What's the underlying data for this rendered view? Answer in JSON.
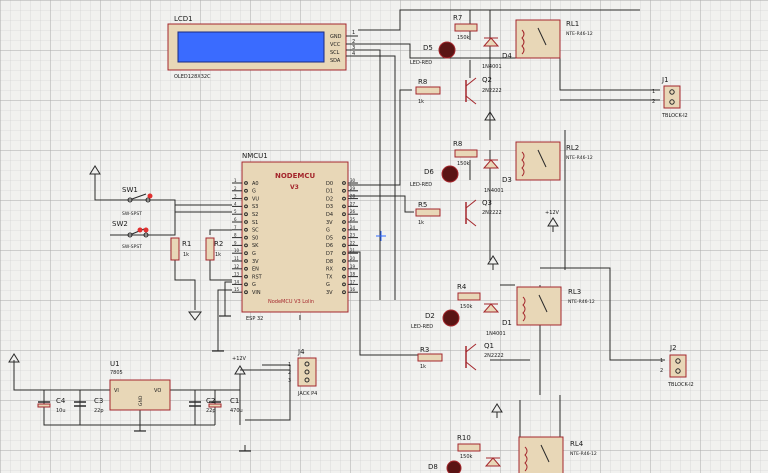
{
  "lcd": {
    "ref": "LCD1",
    "part": "OLED128X32C",
    "pins": [
      "GND",
      "VCC",
      "SCL",
      "SDA"
    ],
    "pin_nums": [
      "1",
      "2",
      "3",
      "4"
    ]
  },
  "mcu": {
    "ref": "NMCU1",
    "title": "NODEMCU",
    "subtitle": "V3",
    "part": "ESP 32",
    "bottom": "NodeMCU V3 Lolin",
    "left_pins": [
      "A0",
      "G",
      "VU",
      "S3",
      "S2",
      "S1",
      "SC",
      "S0",
      "SK",
      "G",
      "3V",
      "EN",
      "RST",
      "G",
      "VIN"
    ],
    "left_nums": [
      "1",
      "2",
      "3",
      "4",
      "5",
      "6",
      "7",
      "8",
      "9",
      "10",
      "11",
      "12",
      "13",
      "14",
      "15"
    ],
    "right_pins": [
      "D0",
      "D1",
      "D2",
      "D3",
      "D4",
      "3V",
      "G",
      "D5",
      "D6",
      "D7",
      "D8",
      "RX",
      "TX",
      "G",
      "3V"
    ],
    "right_nums": [
      "30",
      "29",
      "28",
      "27",
      "26",
      "25",
      "24",
      "23",
      "22",
      "21",
      "20",
      "19",
      "18",
      "17",
      "16"
    ]
  },
  "switches": [
    {
      "ref": "SW1",
      "part": "SW-SPST"
    },
    {
      "ref": "SW2",
      "part": "SW-SPST"
    }
  ],
  "resistors": [
    {
      "ref": "R1",
      "value": "1k"
    },
    {
      "ref": "R2",
      "value": "1k"
    },
    {
      "ref": "R7",
      "value": "150k"
    },
    {
      "ref": "R8",
      "value": "1k"
    },
    {
      "ref": "R8b",
      "label": "R8",
      "value": "150k"
    },
    {
      "ref": "R5",
      "value": "1k"
    },
    {
      "ref": "R4",
      "value": "150k"
    },
    {
      "ref": "R3",
      "value": "1k"
    },
    {
      "ref": "R10",
      "value": "150k"
    }
  ],
  "leds": [
    {
      "ref": "D5",
      "part": "LED-RED"
    },
    {
      "ref": "D6",
      "part": "LED-RED"
    },
    {
      "ref": "D2",
      "part": "LED-RED"
    },
    {
      "ref": "D8",
      "part": ""
    }
  ],
  "diodes": [
    {
      "ref": "D4",
      "part": "1N4001"
    },
    {
      "ref": "D3",
      "part": "1N4001"
    },
    {
      "ref": "D1",
      "part": "1N4001"
    }
  ],
  "transistors": [
    {
      "ref": "Q2",
      "part": "2N2222"
    },
    {
      "ref": "Q3",
      "part": "2N2222"
    },
    {
      "ref": "Q1",
      "part": "2N2222"
    }
  ],
  "relays": [
    {
      "ref": "RL1",
      "part": "NTE-R46-12"
    },
    {
      "ref": "RL2",
      "part": "NTE-R46-12"
    },
    {
      "ref": "RL3",
      "part": "NTE-R46-12"
    },
    {
      "ref": "RL4",
      "part": "NTE-R46-12"
    }
  ],
  "terminals": [
    {
      "ref": "J1",
      "part": "TBLOCK-I2",
      "pins": [
        "1",
        "2"
      ]
    },
    {
      "ref": "J2",
      "part": "TBLOCK-I2",
      "pins": [
        "1",
        "2"
      ]
    }
  ],
  "jack": {
    "ref": "J4",
    "part": "JACK P4",
    "pins": [
      "1",
      "2",
      "3"
    ]
  },
  "regulator": {
    "ref": "U1",
    "part": "7805",
    "vi": "VI",
    "vo": "VO",
    "gnd": "GND"
  },
  "caps": [
    {
      "ref": "C4",
      "value": "10u"
    },
    {
      "ref": "C3",
      "value": "22p"
    },
    {
      "ref": "C2",
      "value": "22p"
    },
    {
      "ref": "C1",
      "value": "470u"
    }
  ],
  "power": {
    "v12": "+12V"
  },
  "colors": {
    "wire": "#2a2a2a",
    "component": "#a4262c",
    "fill": "#e8d7b7",
    "grid": "#bcbcbc",
    "lcd_screen": "#3a6bff",
    "led": "#5a1414"
  }
}
